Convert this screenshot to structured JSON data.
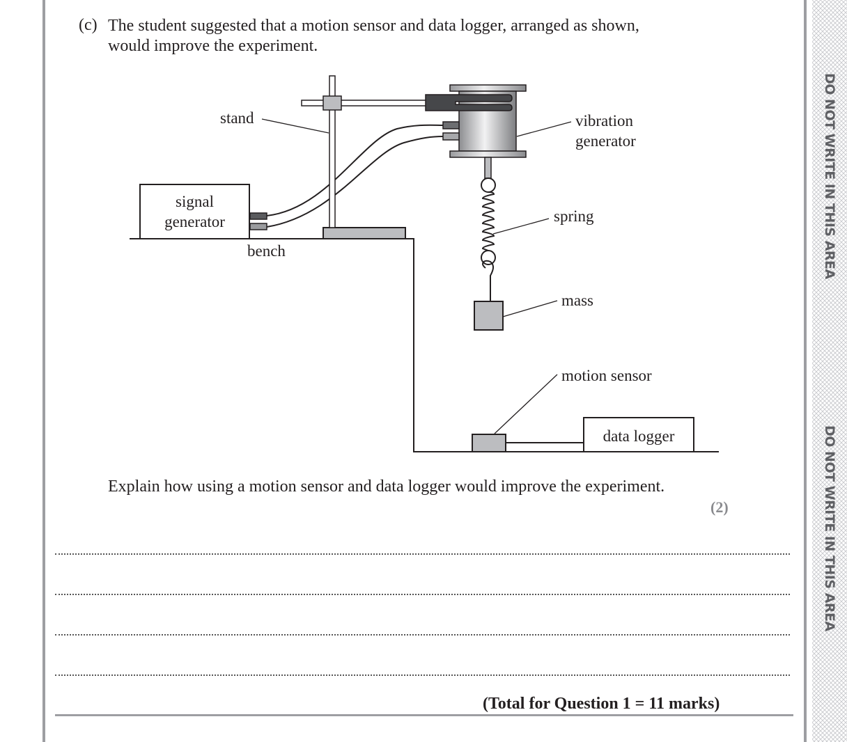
{
  "question": {
    "part_label": "(c)",
    "intro_line1": "The student suggested that a motion sensor and data logger, arranged as shown,",
    "intro_line2": "would improve the experiment.",
    "prompt": "Explain how using a motion sensor and data logger would improve the experiment.",
    "marks": "(2)",
    "answer_lines": 4,
    "total": "(Total for Question 1 = 11 marks)"
  },
  "diagram": {
    "labels": {
      "stand": "stand",
      "vibration_generator_1": "vibration",
      "vibration_generator_2": "generator",
      "signal_generator_1": "signal",
      "signal_generator_2": "generator",
      "bench": "bench",
      "spring": "spring",
      "mass": "mass",
      "motion_sensor": "motion sensor",
      "data_logger": "data logger"
    }
  },
  "margin": {
    "warning": "DO NOT WRITE IN THIS AREA"
  }
}
